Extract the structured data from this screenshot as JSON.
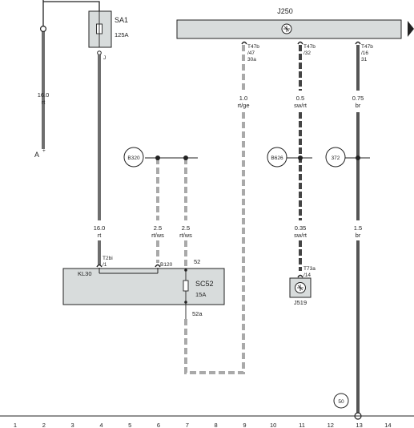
{
  "components": {
    "sa1": {
      "name": "SA1",
      "rating": "125A",
      "pin": "J"
    },
    "j250": {
      "name": "J250"
    },
    "sc52": {
      "name": "SC52",
      "rating": "15A"
    },
    "j519": {
      "name": "J519"
    },
    "kl30": {
      "name": "KL30"
    },
    "battery": {
      "label": "A",
      "polarity": "+"
    }
  },
  "connectors": {
    "t47b_47": {
      "name": "T47b",
      "pin": "/47",
      "wire": "30a"
    },
    "t47b_32": {
      "name": "T47b",
      "pin": "/32"
    },
    "t47b_31": {
      "name": "T47b",
      "pin": "/16",
      "wire": "31"
    },
    "t2bi": {
      "name": "T2bi",
      "pin": "/1"
    },
    "b120": {
      "name": "B120"
    },
    "t73a": {
      "name": "T73a",
      "pin": "/14"
    }
  },
  "wires": {
    "batt": {
      "size": "16.0",
      "color": "rt"
    },
    "sa1_out": {
      "size": "16.0",
      "color": "rt"
    },
    "w_rtws_a": {
      "size": "2.5",
      "color": "rt/ws"
    },
    "w_rtws_b": {
      "size": "2.5",
      "color": "rt/ws"
    },
    "w_rtge": {
      "size": "1.0",
      "color": "rt/ge"
    },
    "w_swrt_top": {
      "size": "0.5",
      "color": "sw/rt"
    },
    "w_swrt_bot": {
      "size": "0.35",
      "color": "sw/rt"
    },
    "w_br_top": {
      "size": "0.75",
      "color": "br"
    },
    "w_br_bot": {
      "size": "1.5",
      "color": "br"
    }
  },
  "terminals": {
    "t52": "52",
    "t52a": "52a"
  },
  "splices": {
    "b320": "B320",
    "b626": "B626",
    "s372": "372",
    "s50": "50"
  },
  "columns": [
    "1",
    "2",
    "3",
    "4",
    "5",
    "6",
    "7",
    "8",
    "9",
    "10",
    "11",
    "12",
    "13",
    "14"
  ]
}
